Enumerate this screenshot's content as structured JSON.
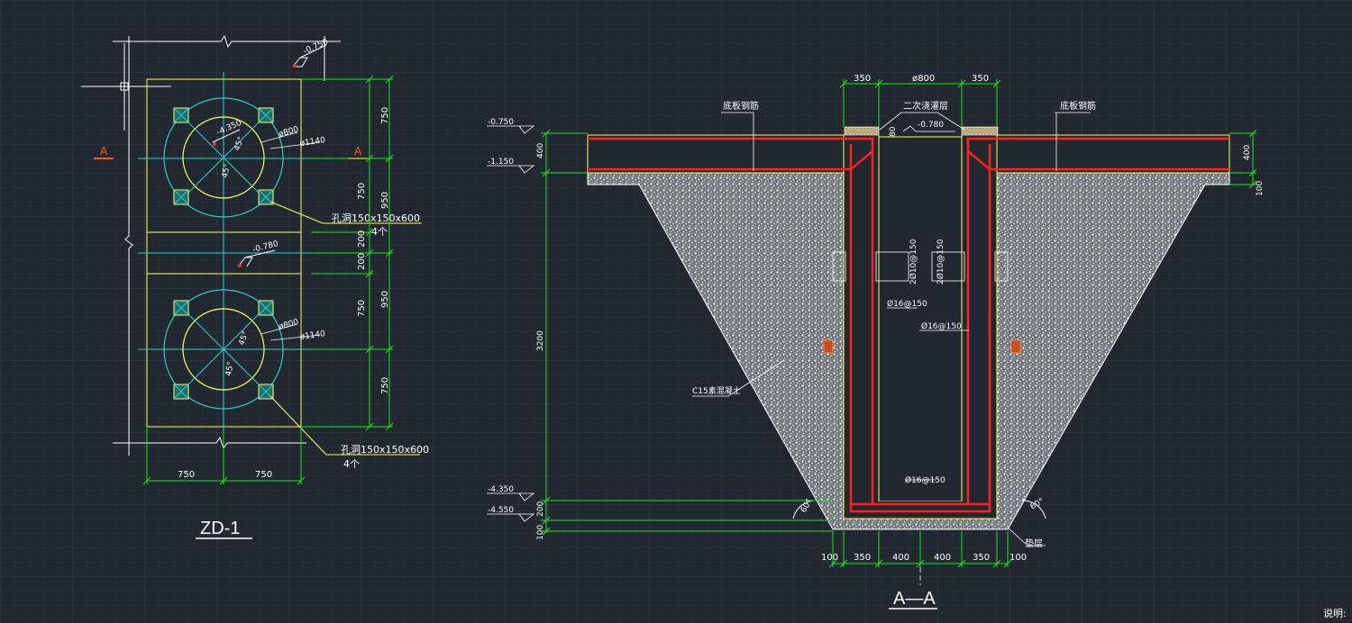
{
  "colors": {
    "background": "#212830",
    "grid_minor": "#2a323b",
    "grid_major": "#323b46",
    "outline": "#ffff66",
    "dimension": "#22e322",
    "axis": "#33cccc",
    "rebar": "#ff2020",
    "text": "#ffffff",
    "section_marker": "#ff5a1e"
  },
  "plan": {
    "title": "ZD-1",
    "section_marks": [
      "A",
      "A"
    ],
    "elevations": [
      "-0.750",
      "-0.780",
      "-4.350"
    ],
    "circle_labels": [
      "ø800",
      "ø1140",
      "ø800",
      "ø1140"
    ],
    "angles": [
      "45°",
      "45°",
      "45°",
      "45°"
    ],
    "hole_note_1": "孔洞150x150x600",
    "hole_count_1": "4个",
    "hole_note_2": "孔洞150x150x600",
    "hole_count_2": "4个",
    "dims_right_inner": [
      "750",
      "750",
      "200",
      "200",
      "750",
      "750"
    ],
    "dims_right_outer": [
      "950",
      "950"
    ],
    "dims_bottom": [
      "750",
      "750"
    ]
  },
  "section": {
    "title": "A—A",
    "elevations": [
      "-0.750",
      "-1.150",
      "-4.350",
      "-4.550"
    ],
    "top_dims": [
      "350",
      "ø800",
      "350"
    ],
    "bottom_dims": [
      "100",
      "350",
      "400",
      "400",
      "350",
      "100"
    ],
    "left_dims": [
      "400",
      "3200",
      "200",
      "100"
    ],
    "right_dims": [
      "400",
      "100"
    ],
    "slab_rebar_left": "底板钢筋",
    "slab_rebar_right": "底板钢筋",
    "secondary_grout": "二次浇灌层",
    "grout_elevation": "-0.780",
    "grout_thickness": "80",
    "stirrup_left": "2Ø10@150",
    "stirrup_right": "2Ø10@150",
    "wall_rebar_1": "Ø16@150",
    "wall_rebar_2": "Ø16@150",
    "bottom_rebar": "Ø16@150",
    "concrete_label": "C15素混凝土",
    "cushion_label": "垫层",
    "angle_left": "60°",
    "angle_right": "60°"
  },
  "footer_note": "说明:"
}
